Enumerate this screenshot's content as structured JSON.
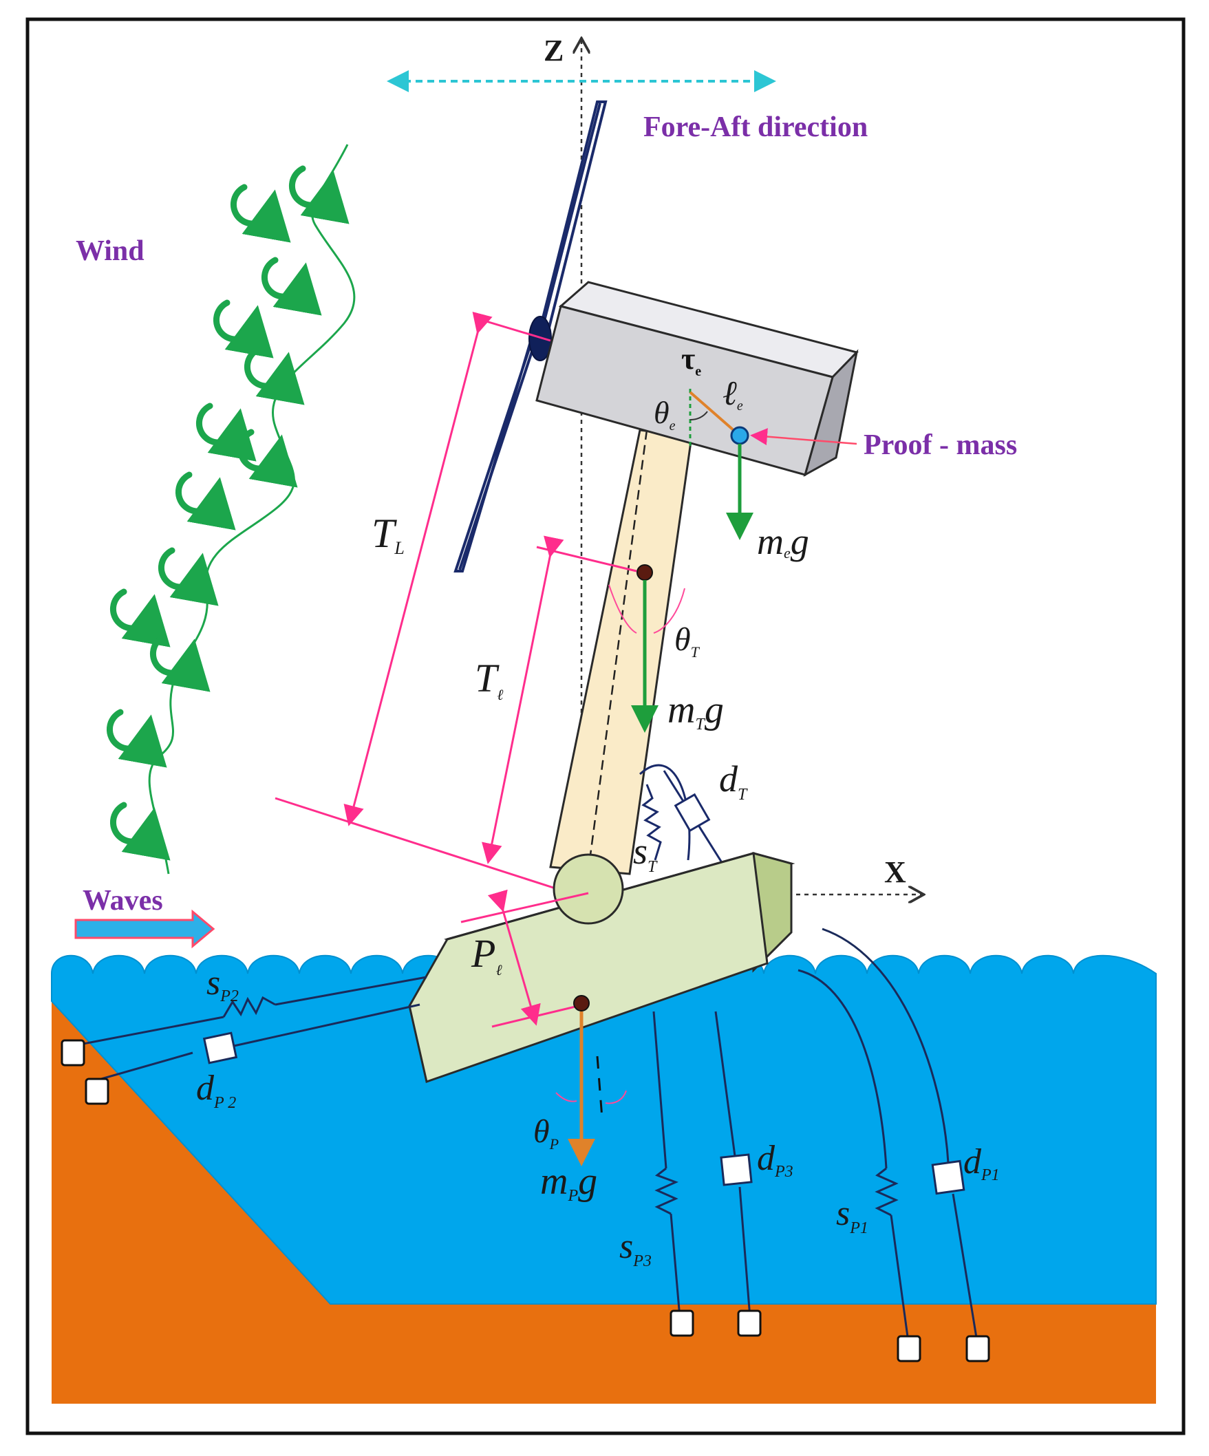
{
  "labels": {
    "z_axis": "Z",
    "x_axis": "X",
    "fore_aft": "Fore-Aft direction",
    "wind": "Wind",
    "waves": "Waves",
    "proof_mass": "Proof - mass"
  },
  "symbols": {
    "tau_e": {
      "main": "τ",
      "sub": "e"
    },
    "l_e": {
      "main": "ℓ",
      "sub": "e"
    },
    "theta_e": {
      "main": "θ",
      "sub": "e"
    },
    "me_g": {
      "main": "m",
      "sub": "e",
      "tail": "g"
    },
    "T_L": {
      "main": "T",
      "sub": "L"
    },
    "T_l": {
      "main": "T",
      "sub": "ℓ"
    },
    "theta_T": {
      "main": "θ",
      "sub": "T"
    },
    "mT_g": {
      "main": "m",
      "sub": "T",
      "tail": "g"
    },
    "d_T": {
      "main": "d",
      "sub": "T"
    },
    "s_T": {
      "main": "s",
      "sub": "T"
    },
    "P_l": {
      "main": "P",
      "sub": "ℓ"
    },
    "theta_P": {
      "main": "θ",
      "sub": "P"
    },
    "mP_g": {
      "main": "m",
      "sub": "P",
      "tail": "g"
    },
    "s_P2": {
      "main": "s",
      "sub": "P2"
    },
    "d_P2": {
      "main": "d",
      "sub": "P 2"
    },
    "s_P3": {
      "main": "s",
      "sub": "P3"
    },
    "d_P3": {
      "main": "d",
      "sub": "P3"
    },
    "s_P1": {
      "main": "s",
      "sub": "P1"
    },
    "d_P1": {
      "main": "d",
      "sub": "P1"
    }
  },
  "colors": {
    "water": "#00a6ec",
    "seabed": "#e8700f",
    "tower": "#faebc8",
    "nacelle": "#d4d4d8",
    "platform": "#dce8c2",
    "wind": "#1ca64c",
    "dimension": "#ff2d8c",
    "gravity_green": "#1e9e3c",
    "gravity_orange": "#e0822a",
    "axis_arrow": "#2cc6d4",
    "text_purple": "#7b2fa8",
    "mooring": "#1a2a5a"
  }
}
